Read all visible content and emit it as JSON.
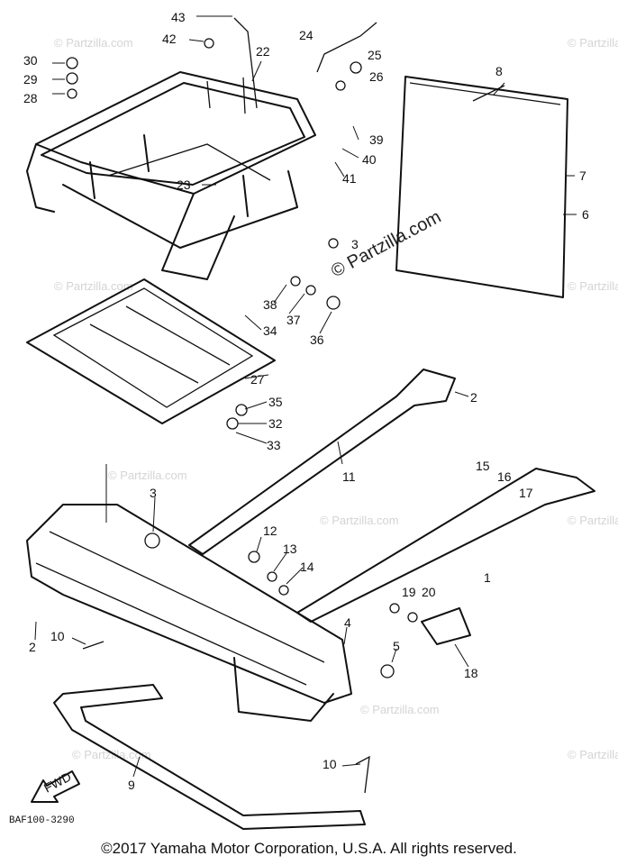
{
  "diagram": {
    "watermark_small": "© Partzilla.com",
    "watermark_large": "© Partzilla.com",
    "diagram_code": "BAF100-3290",
    "arrow_label": "FWD",
    "copyright": "©2017  Yamaha Motor Corporation, U.S.A. All rights reserved.",
    "callouts": [
      "43",
      "42",
      "22",
      "24",
      "25",
      "26",
      "30",
      "29",
      "28",
      "8",
      "39",
      "40",
      "41",
      "7",
      "6",
      "23",
      "3",
      "38",
      "37",
      "36",
      "34",
      "27",
      "35",
      "32",
      "33",
      "2",
      "11",
      "15",
      "16",
      "17",
      "1",
      "3",
      "12",
      "13",
      "14",
      "19",
      "20",
      "4",
      "5",
      "18",
      "2",
      "10",
      "10",
      "9"
    ]
  }
}
